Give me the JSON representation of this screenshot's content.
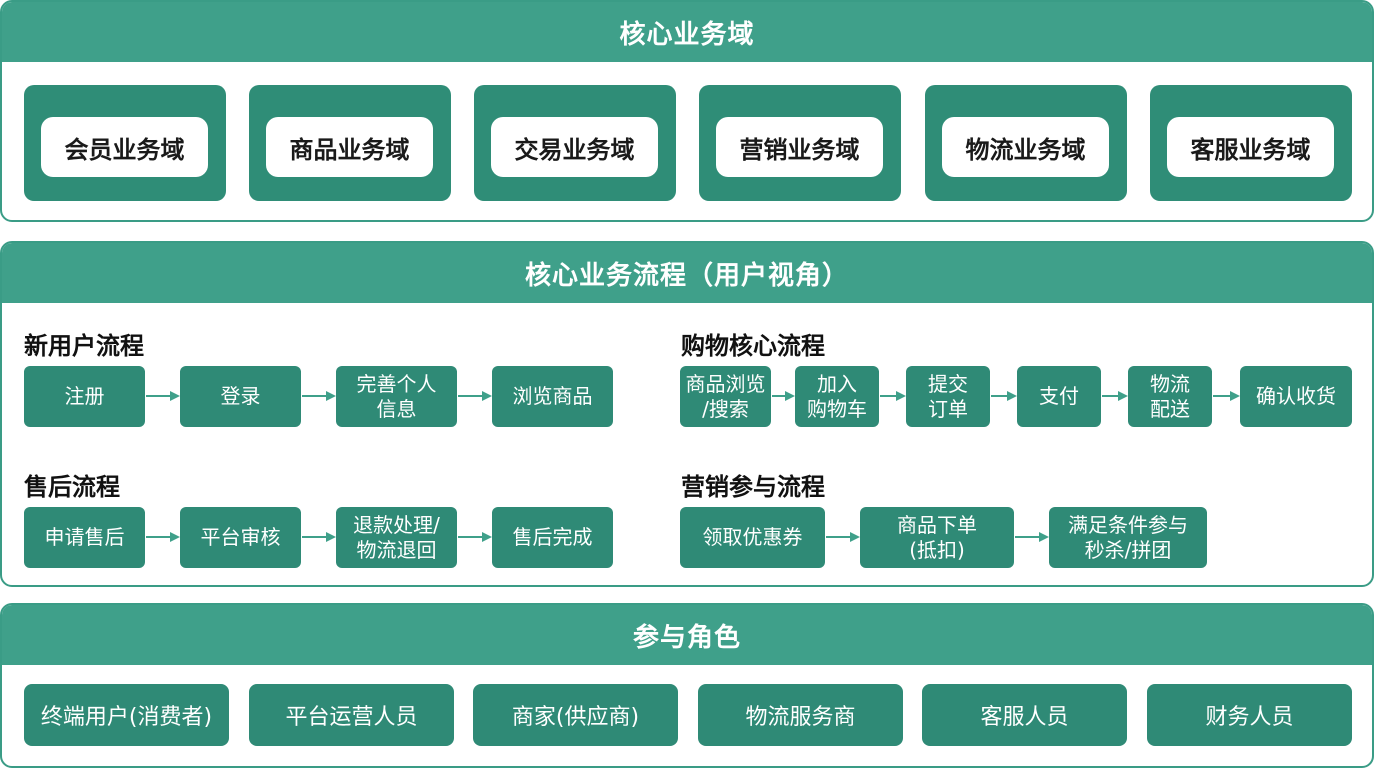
{
  "core_domains": {
    "title": "核心业务域",
    "items": [
      "会员业务域",
      "商品业务域",
      "交易业务域",
      "营销业务域",
      "物流业务域",
      "客服业务域"
    ]
  },
  "core_processes": {
    "title": "核心业务流程（用户视角）",
    "new_user": {
      "title": "新用户流程",
      "steps": [
        "注册",
        "登录",
        "完善个人\n信息",
        "浏览商品"
      ]
    },
    "shopping": {
      "title": "购物核心流程",
      "steps": [
        "商品浏览\n/搜索",
        "加入\n购物车",
        "提交\n订单",
        "支付",
        "物流\n配送",
        "确认收货"
      ]
    },
    "after_sales": {
      "title": "售后流程",
      "steps": [
        "申请售后",
        "平台审核",
        "退款处理/\n物流退回",
        "售后完成"
      ]
    },
    "marketing": {
      "title": "营销参与流程",
      "steps": [
        "领取优惠券",
        "商品下单\n(抵扣)",
        "满足条件参与\n秒杀/拼团"
      ]
    }
  },
  "roles": {
    "title": "参与角色",
    "items": [
      "终端用户(消费者)",
      "平台运营人员",
      "商家(供应商)",
      "物流服务商",
      "客服人员",
      "财务人员"
    ]
  },
  "colors": {
    "header": "#3fa08a",
    "box": "#2f8a76",
    "arrow": "#3fa08a"
  }
}
